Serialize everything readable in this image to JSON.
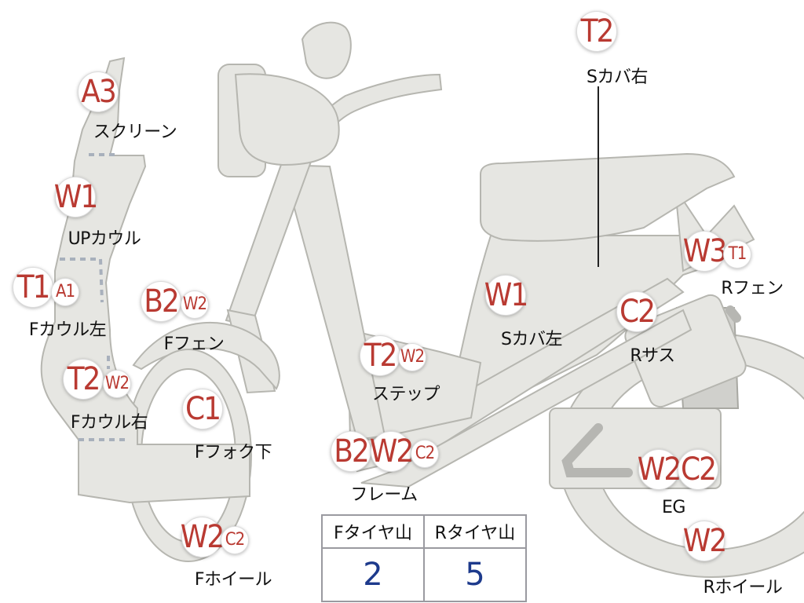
{
  "parts": {
    "screen": {
      "label": "スクリーン",
      "badges": [
        "A3"
      ]
    },
    "up_cowl": {
      "label": "UPカウル",
      "badges": [
        "W1"
      ]
    },
    "f_cowl_left": {
      "label": "Fカウル左",
      "badges": [
        "T1",
        "A1"
      ]
    },
    "f_fender": {
      "label": "Fフェン",
      "badges": [
        "B2",
        "W2"
      ]
    },
    "f_cowl_right": {
      "label": "Fカウル右",
      "badges": [
        "T2",
        "W2"
      ]
    },
    "f_fork_lower": {
      "label": "Fフォク下",
      "badges": [
        "C1"
      ]
    },
    "f_wheel": {
      "label": "Fホイール",
      "badges": [
        "W2",
        "C2"
      ]
    },
    "step": {
      "label": "ステップ",
      "badges": [
        "T2",
        "W2"
      ]
    },
    "frame": {
      "label": "フレーム",
      "badges": [
        "B2",
        "W2",
        "C2"
      ]
    },
    "s_cover_left": {
      "label": "Sカバ左",
      "badges": [
        "W1"
      ]
    },
    "s_cover_right": {
      "label": "Sカバ右",
      "badges": [
        "T2"
      ]
    },
    "r_suspension": {
      "label": "Rサス",
      "badges": [
        "C2"
      ]
    },
    "r_fender": {
      "label": "Rフェン",
      "badges": [
        "W3",
        "T1"
      ]
    },
    "engine": {
      "label": "EG",
      "badges": [
        "W2",
        "C2"
      ]
    },
    "r_wheel": {
      "label": "Rホイール",
      "badges": [
        "W2"
      ]
    }
  },
  "tire_table": {
    "headers": [
      "Fタイヤ山",
      "Rタイヤ山"
    ],
    "values": [
      "2",
      "5"
    ]
  },
  "colors": {
    "badge_text": "#b93a32",
    "table_value": "#1d3a8c",
    "part_fill": "#e6e6e2"
  }
}
